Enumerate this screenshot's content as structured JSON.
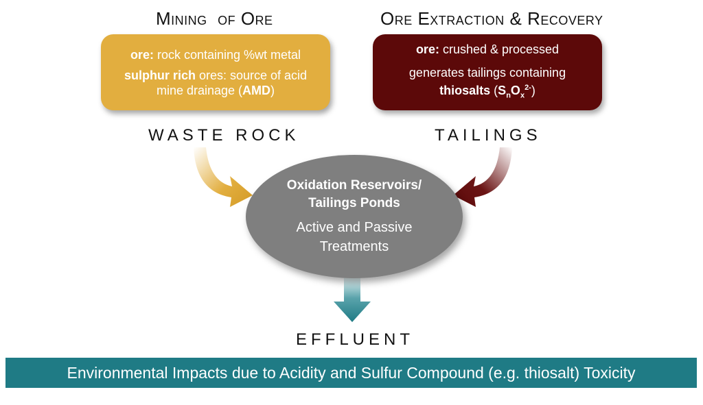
{
  "headings": {
    "left": "Mining  of Ore",
    "right": "Ore Extraction & Recovery"
  },
  "box_left": {
    "line1_bold": "ore:",
    "line1_rest": " rock containing %wt metal",
    "line2_bold": "sulphur rich",
    "line2_mid": " ores: source of acid mine drainage (",
    "line2_bold2": "AMD",
    "line2_end": ")"
  },
  "box_right": {
    "line1_bold": "ore:",
    "line1_rest": " crushed & processed",
    "line2": "generates tailings containing",
    "line3_bold": "thiosalts",
    "line3_open": " (",
    "formula_s": "S",
    "formula_n": "n",
    "formula_o": "O",
    "formula_x": "x",
    "formula_charge": "2-",
    "line3_close": ")"
  },
  "labels": {
    "waste": "WASTE ROCK",
    "tailings": "TAILINGS",
    "effluent": "EFFLUENT"
  },
  "center": {
    "title": "Oxidation Reservoirs/ Tailings Ponds",
    "subtitle": "Active and Passive Treatments"
  },
  "banner": "Environmental Impacts due to Acidity and Sulfur Compound (e.g. thiosalt) Toxicity",
  "colors": {
    "gold": "#e2ae3f",
    "maroon": "#5c0909",
    "gray": "#7f7f7f",
    "teal": "#1f7b85"
  }
}
